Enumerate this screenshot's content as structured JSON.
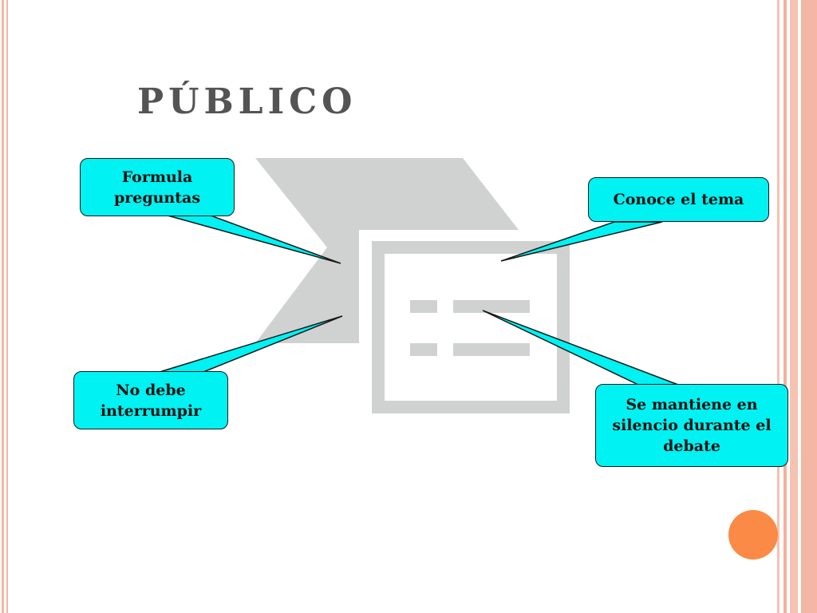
{
  "title": "Público",
  "callouts": {
    "top_left": "Formula preguntas",
    "top_right": "Conoce el tema",
    "bottom_left": "No debe interrumpir",
    "bottom_right": "Se mantiene en silencio durante el debate"
  },
  "colors": {
    "callout_fill": "#00f2f2",
    "title": "#545454",
    "placeholder_icon": "#d0d1d1",
    "accent_border": "#f3b7a4",
    "orange_dot": "#fb8a47"
  },
  "icons": {
    "center": "content-placeholder-icon"
  }
}
